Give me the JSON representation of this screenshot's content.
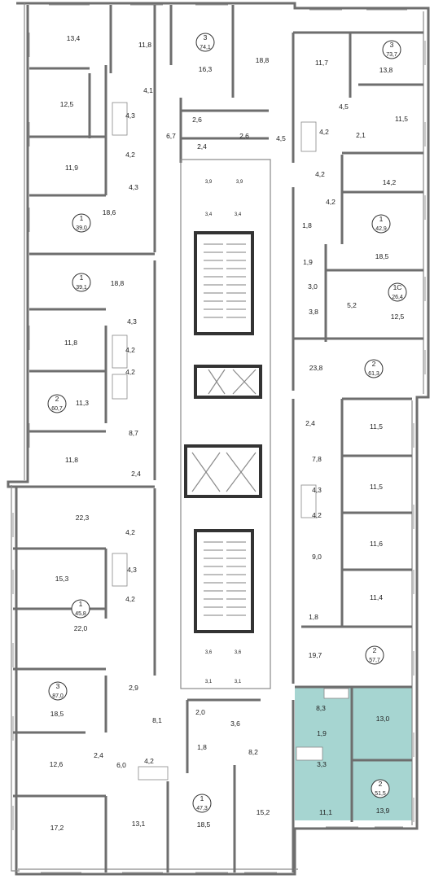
{
  "accent_color": "#a6d5d1",
  "rooms": [
    {
      "id": "r1",
      "area": "13,4"
    },
    {
      "id": "r2",
      "area": "11,8"
    },
    {
      "id": "r3",
      "area": "16,3"
    },
    {
      "id": "r4",
      "area": "18,8"
    },
    {
      "id": "r5",
      "area": "11,7"
    },
    {
      "id": "r6",
      "area": "13,8"
    },
    {
      "id": "r7",
      "area": "4,1"
    },
    {
      "id": "r8",
      "area": "12,5"
    },
    {
      "id": "r9",
      "area": "4,3"
    },
    {
      "id": "r10",
      "area": "4,2"
    },
    {
      "id": "r11",
      "area": "6,7"
    },
    {
      "id": "r12",
      "area": "2,6"
    },
    {
      "id": "r13",
      "area": "2,6"
    },
    {
      "id": "r14",
      "area": "2,4"
    },
    {
      "id": "r15",
      "area": "4,5"
    },
    {
      "id": "r16",
      "area": "4,5"
    },
    {
      "id": "r17",
      "area": "4,2"
    },
    {
      "id": "r18",
      "area": "2,1"
    },
    {
      "id": "r19",
      "area": "11,5"
    },
    {
      "id": "r20",
      "area": "11,9"
    },
    {
      "id": "r21",
      "area": "4,3"
    },
    {
      "id": "r22",
      "area": "3,9"
    },
    {
      "id": "r23",
      "area": "3,9"
    },
    {
      "id": "r24",
      "area": "4,2"
    },
    {
      "id": "r25",
      "area": "14,2"
    },
    {
      "id": "r26",
      "area": "3,4"
    },
    {
      "id": "r27",
      "area": "3,4"
    },
    {
      "id": "r28",
      "area": "4,2"
    },
    {
      "id": "r29",
      "area": "18,6"
    },
    {
      "id": "r30",
      "area": "1,8"
    },
    {
      "id": "r31",
      "area": "18,5"
    },
    {
      "id": "r32",
      "area": "1,9"
    },
    {
      "id": "r33",
      "area": "18,8"
    },
    {
      "id": "r34",
      "area": "3,0"
    },
    {
      "id": "r35",
      "area": "5,2"
    },
    {
      "id": "r36",
      "area": "3,8"
    },
    {
      "id": "r37",
      "area": "12,5"
    },
    {
      "id": "r38",
      "area": "4,3"
    },
    {
      "id": "r39",
      "area": "11,8"
    },
    {
      "id": "r40",
      "area": "4,2"
    },
    {
      "id": "r41",
      "area": "23,8"
    },
    {
      "id": "r42",
      "area": "4,2"
    },
    {
      "id": "r43",
      "area": "11,3"
    },
    {
      "id": "r44",
      "area": "2,4"
    },
    {
      "id": "r45",
      "area": "11,5"
    },
    {
      "id": "r46",
      "area": "8,7"
    },
    {
      "id": "r47",
      "area": "7,8"
    },
    {
      "id": "r48",
      "area": "11,8"
    },
    {
      "id": "r49",
      "area": "11,5"
    },
    {
      "id": "r50",
      "area": "2,4"
    },
    {
      "id": "r51",
      "area": "4,3"
    },
    {
      "id": "r52",
      "area": "22,3"
    },
    {
      "id": "r53",
      "area": "4,2"
    },
    {
      "id": "r54",
      "area": "11,6"
    },
    {
      "id": "r55",
      "area": "4,2"
    },
    {
      "id": "r56",
      "area": "15,3"
    },
    {
      "id": "r57",
      "area": "4,3"
    },
    {
      "id": "r58",
      "area": "9,0"
    },
    {
      "id": "r59",
      "area": "4,2"
    },
    {
      "id": "r60",
      "area": "11,4"
    },
    {
      "id": "r61",
      "area": "1,8"
    },
    {
      "id": "r62",
      "area": "22,0"
    },
    {
      "id": "r63",
      "area": "19,7"
    },
    {
      "id": "r64",
      "area": "3,6"
    },
    {
      "id": "r65",
      "area": "3,6"
    },
    {
      "id": "r66",
      "area": "3,1"
    },
    {
      "id": "r67",
      "area": "3,1"
    },
    {
      "id": "r68",
      "area": "2,9"
    },
    {
      "id": "r69",
      "area": "18,5"
    },
    {
      "id": "r70",
      "area": "8,3"
    },
    {
      "id": "r71",
      "area": "13,0"
    },
    {
      "id": "r72",
      "area": "2,0"
    },
    {
      "id": "r73",
      "area": "3,6"
    },
    {
      "id": "r74",
      "area": "8,1"
    },
    {
      "id": "r75",
      "area": "1,9"
    },
    {
      "id": "r76",
      "area": "2,4"
    },
    {
      "id": "r77",
      "area": "12,6"
    },
    {
      "id": "r78",
      "area": "6,0"
    },
    {
      "id": "r79",
      "area": "4,2"
    },
    {
      "id": "r80",
      "area": "1,8"
    },
    {
      "id": "r81",
      "area": "8,2"
    },
    {
      "id": "r82",
      "area": "3,3"
    },
    {
      "id": "r83",
      "area": "17,2"
    },
    {
      "id": "r84",
      "area": "13,1"
    },
    {
      "id": "r85",
      "area": "18,5"
    },
    {
      "id": "r86",
      "area": "15,2"
    },
    {
      "id": "r87",
      "area": "11,1"
    },
    {
      "id": "r88",
      "area": "13,9"
    }
  ],
  "apartments": [
    {
      "id": "a1",
      "rooms": "3",
      "total": "74,1"
    },
    {
      "id": "a2",
      "rooms": "3",
      "total": "73,7"
    },
    {
      "id": "a3",
      "rooms": "1",
      "total": "39,0"
    },
    {
      "id": "a4",
      "rooms": "1",
      "total": "42,9"
    },
    {
      "id": "a5",
      "rooms": "1",
      "total": "39,1"
    },
    {
      "id": "a6",
      "rooms": "1С",
      "total": "26,4"
    },
    {
      "id": "a7",
      "rooms": "2",
      "total": "61,3"
    },
    {
      "id": "a8",
      "rooms": "2",
      "total": "60,7"
    },
    {
      "id": "a9",
      "rooms": "1",
      "total": "45,8"
    },
    {
      "id": "a10",
      "rooms": "2",
      "total": "57,7"
    },
    {
      "id": "a11",
      "rooms": "3",
      "total": "87,0"
    },
    {
      "id": "a12",
      "rooms": "1",
      "total": "47,3"
    },
    {
      "id": "a13",
      "rooms": "2",
      "total": "51,5"
    }
  ]
}
